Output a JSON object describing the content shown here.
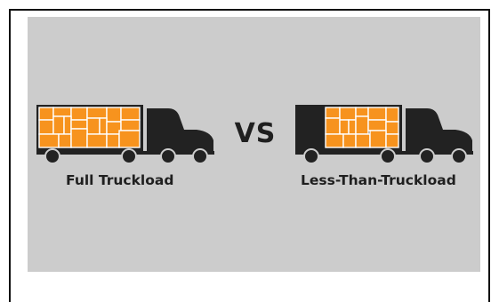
{
  "comparison": {
    "vs_label": "VS",
    "left_caption": "Full Truckload",
    "right_caption": "Less-Than-Truckload"
  },
  "colors": {
    "panel_background": "#cccccc",
    "truck": "#222222",
    "cargo": "#f7931e",
    "cargo_outline": "#ffffff",
    "text": "#1f1f1f"
  },
  "icons": {
    "left_truck": "full-truckload-truck-icon",
    "right_truck": "less-than-truckload-truck-icon"
  }
}
